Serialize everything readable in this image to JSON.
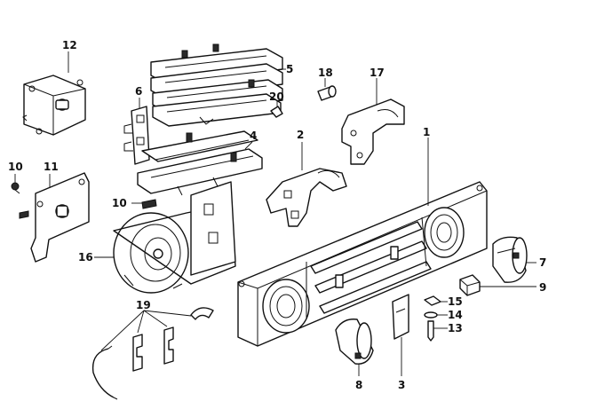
{
  "callouts": [
    {
      "id": "12",
      "label": "12"
    },
    {
      "id": "5",
      "label": "5"
    },
    {
      "id": "18",
      "label": "18"
    },
    {
      "id": "17",
      "label": "17"
    },
    {
      "id": "6",
      "label": "6"
    },
    {
      "id": "20",
      "label": "20"
    },
    {
      "id": "2",
      "label": "2"
    },
    {
      "id": "1",
      "label": "1"
    },
    {
      "id": "4",
      "label": "4"
    },
    {
      "id": "10a",
      "label": "10"
    },
    {
      "id": "11",
      "label": "11"
    },
    {
      "id": "10b",
      "label": "10"
    },
    {
      "id": "16",
      "label": "16"
    },
    {
      "id": "7",
      "label": "7"
    },
    {
      "id": "9",
      "label": "9"
    },
    {
      "id": "19",
      "label": "19"
    },
    {
      "id": "15",
      "label": "15"
    },
    {
      "id": "14",
      "label": "14"
    },
    {
      "id": "13",
      "label": "13"
    },
    {
      "id": "8",
      "label": "8"
    },
    {
      "id": "3",
      "label": "3"
    }
  ]
}
